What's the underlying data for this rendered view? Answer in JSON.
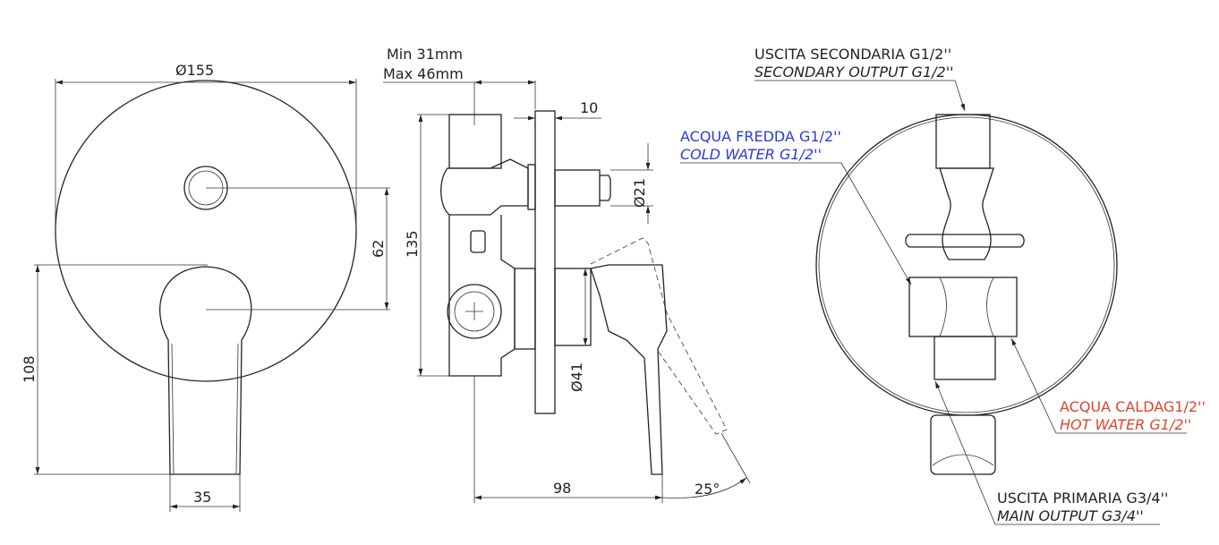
{
  "front_view": {
    "diameter_label": "Ø155",
    "dim_62": "62",
    "dim_108": "108",
    "dim_35": "35"
  },
  "side_view": {
    "wall_min": "Min 31mm",
    "wall_max": "Max 46mm",
    "dim_10": "10",
    "dim_21": "Ø21",
    "dim_135": "135",
    "dim_41": "Ø41",
    "dim_98": "98",
    "angle": "25°"
  },
  "rear_view": {
    "secondary_it": "USCITA SECONDARIA G1/2''",
    "secondary_en": "SECONDARY OUTPUT G1/2''",
    "cold_it": "ACQUA FREDDA G1/2''",
    "cold_en": "COLD WATER G1/2''",
    "hot_it": "ACQUA CALDAG1/2''",
    "hot_en": "HOT WATER G1/2''",
    "main_it": "USCITA PRIMARIA G3/4''",
    "main_en": "MAIN OUTPUT G3/4''"
  },
  "colors": {
    "cold": "#2b3bd6",
    "hot": "#e2422c"
  }
}
